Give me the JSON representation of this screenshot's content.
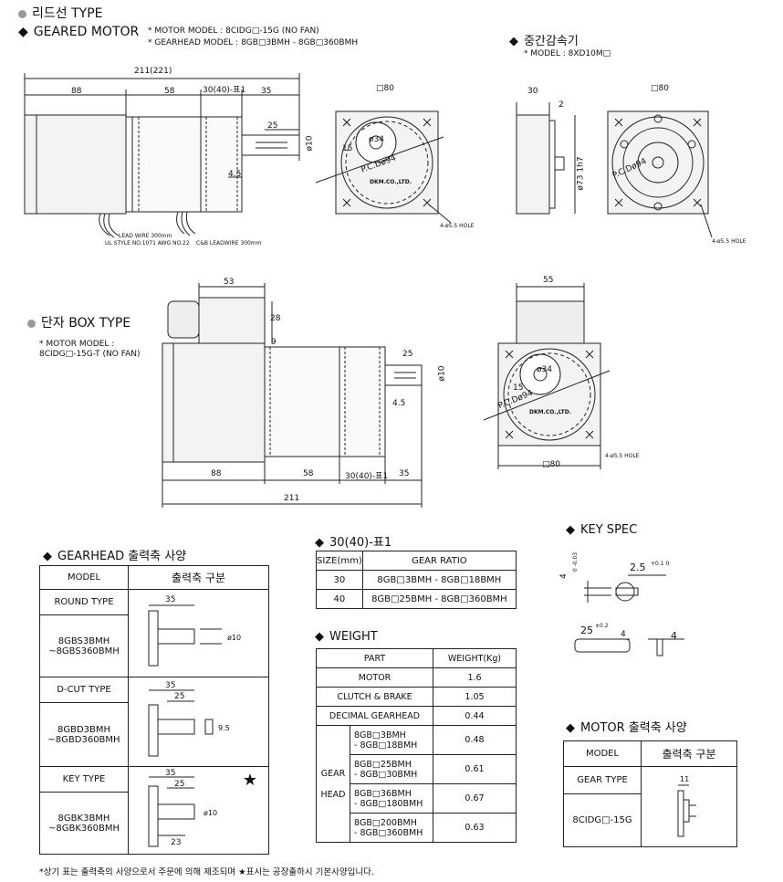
{
  "header": {
    "title": "리드선 TYPE",
    "geared_motor": "GEARED MOTOR",
    "motor_model": "* MOTOR MODEL : 8CIDG□-15G (NO FAN)",
    "gearhead_model": "* GEARHEAD MODEL : 8GB□3BMH - 8GB□360BMH",
    "middle_gear": "중간감속기",
    "middle_gear_model": "* MODEL : 8XD10M□"
  },
  "top_drawing": {
    "overall": "211(221)",
    "d88": "88",
    "d58": "58",
    "d30": "30(40)-표1",
    "d35": "35",
    "d25": "25",
    "phi10": "ø10",
    "d45": "4.5",
    "lead1": "LEAD WIRE 300mm",
    "lead1b": "UL STYLE NO.1071 AWG NO.22",
    "lead2": "C&B LEADWIRE 300mm",
    "sq80": "□80",
    "pcd": "P.C.Dø94",
    "phi34": "ø34",
    "d15": "15",
    "brand": "DKM.CO.,LTD.",
    "hole": "4-ø5.5 HOLE",
    "d30b": "30",
    "d2": "2",
    "phi73": "ø73 1h7",
    "sq80b": "□80",
    "pcd2": "P.C.Dø94",
    "hole2": "4-ø5.5 HOLE"
  },
  "box_type": {
    "title": "단자 BOX TYPE",
    "model_label": "* MOTOR MODEL :",
    "model": "8CIDG□-15G-T (NO FAN)",
    "d53": "53",
    "d28": "28",
    "d9": "9",
    "d25": "25",
    "phi10": "ø10",
    "d45": "4.5",
    "d88": "88",
    "d58": "58",
    "d30": "30(40)-표1",
    "d35": "35",
    "d211": "211",
    "d55": "55",
    "pcd": "P.C.Dø94",
    "phi34": "ø34",
    "d15": "15",
    "brand": "DKM.CO.,LTD.",
    "hole": "4-ø5.5 HOLE",
    "sq80": "□80"
  },
  "table1": {
    "title": "30(40)-표1",
    "headers": [
      "SIZE(mm)",
      "GEAR RATIO"
    ],
    "rows": [
      [
        "30",
        "8GB□3BMH - 8GB□18BMH"
      ],
      [
        "40",
        "8GB□25BMH - 8GB□360BMH"
      ]
    ]
  },
  "key_spec": {
    "title": "KEY SPEC",
    "d4": "4",
    "d4tol": "0 -0.03",
    "d25": "2.5",
    "d25tol": "+0.1 0",
    "d25b": "25",
    "d25btol": "±0.2",
    "d4b": "4",
    "d4c": "4"
  },
  "gearhead": {
    "title": "GEARHEAD 출력축 사양",
    "h_model": "MODEL",
    "h_shaft": "출력축 구분",
    "round": "ROUND TYPE",
    "round_models": [
      "8GBS3BMH",
      "~8GBS360BMH"
    ],
    "dcut": "D-CUT TYPE",
    "dcut_models": [
      "8GBD3BMH",
      "~8GBD360BMH"
    ],
    "key": "KEY TYPE",
    "key_models": [
      "8GBK3BMH",
      "~8GBK360BMH"
    ],
    "star": "★",
    "dim35": "35",
    "dim25": "25",
    "dim23": "23",
    "phi10": "ø10",
    "d9": "9.5"
  },
  "weight": {
    "title": "WEIGHT",
    "headers": [
      "PART",
      "WEIGHT(Kg)"
    ],
    "motor": [
      "MOTOR",
      "1.6"
    ],
    "clutch": [
      "CLUTCH & BRAKE",
      "1.05"
    ],
    "decimal": [
      "DECIMAL GEARHEAD",
      "0.44"
    ],
    "gear_label1": "GEAR",
    "gear_label2": "HEAD",
    "gear_rows": [
      [
        "8GB□3BMH",
        "- 8GB□18BMH",
        "0.48"
      ],
      [
        "8GB□25BMH",
        "- 8GB□30BMH",
        "0.61"
      ],
      [
        "8GB□36BMH",
        "- 8GB□180BMH",
        "0.67"
      ],
      [
        "8GB□200BMH",
        "- 8GB□360BMH",
        "0.63"
      ]
    ]
  },
  "motor_shaft": {
    "title": "MOTOR 출력축 사양",
    "h_model": "MODEL",
    "h_shaft": "출력축 구분",
    "gear_type": "GEAR TYPE",
    "model": "8CIDG□-15G",
    "dim11": "11"
  },
  "footnote": "*상기 표는 출력축의 사양으로서 주문에 의해 제조되며 ★표시는 공장출하시 기본사양입니다."
}
